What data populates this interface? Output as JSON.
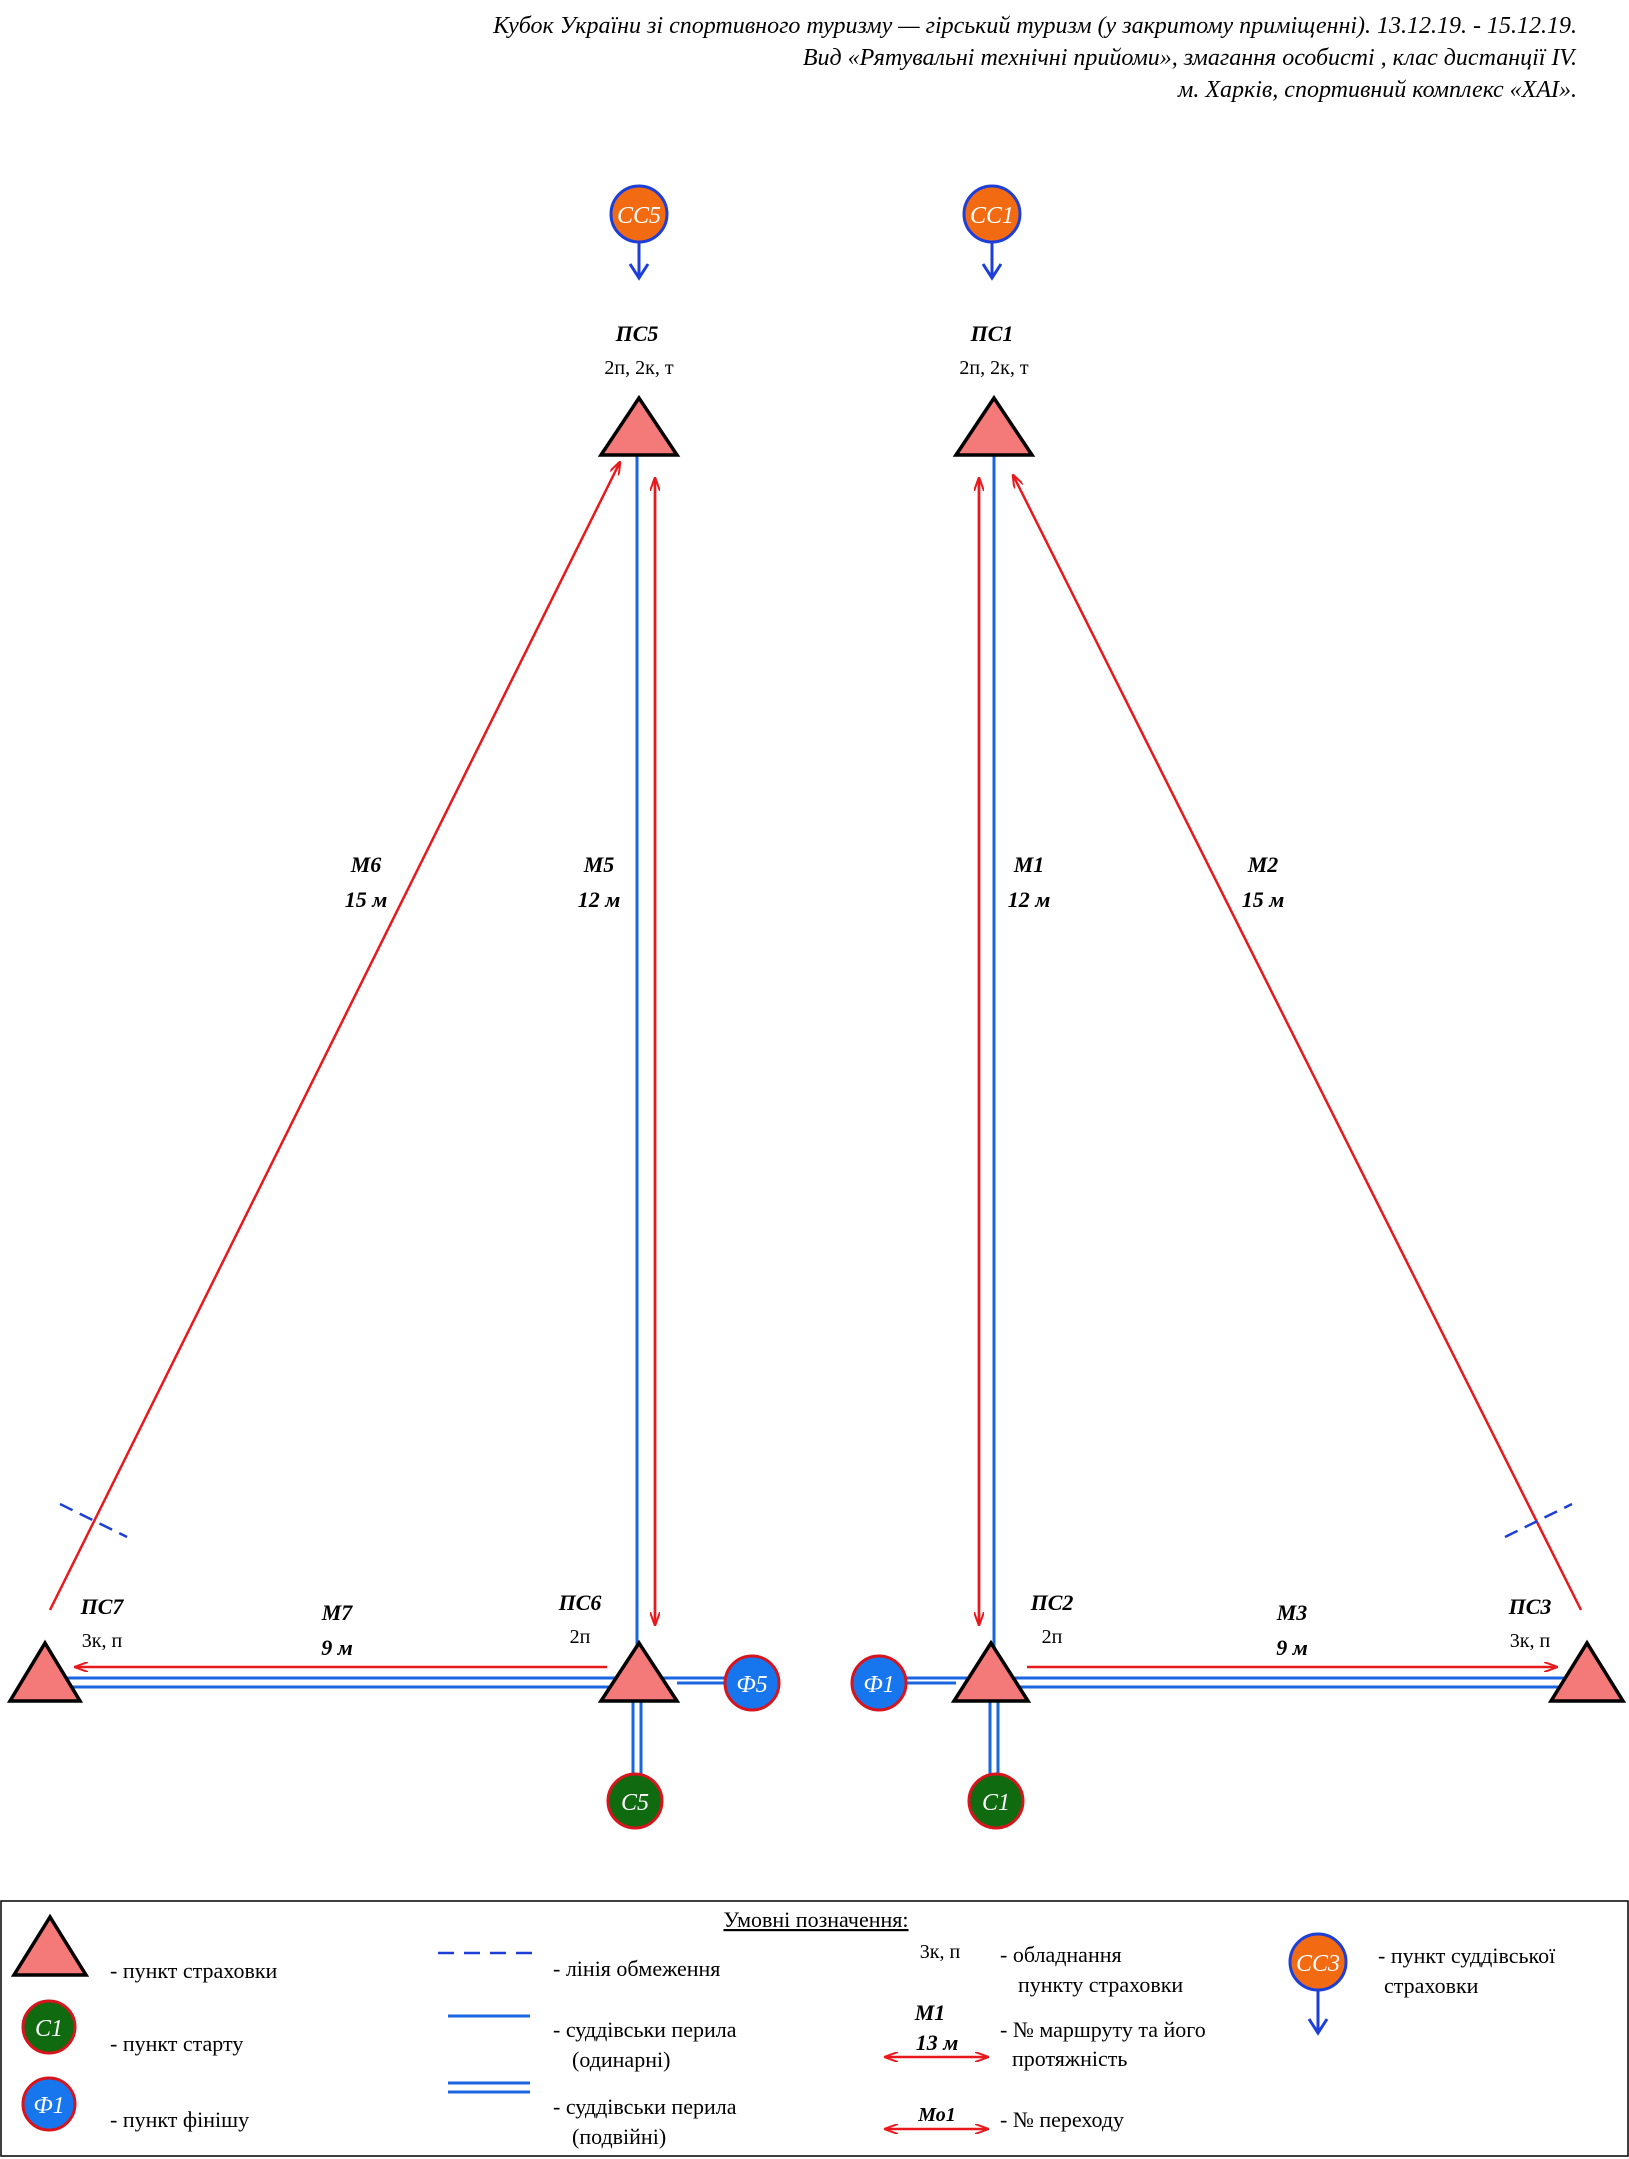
{
  "header": {
    "line1": "Кубок України зі спортивного туризму — гірський туризм (у закритому приміщенні). 13.12.19. - 15.12.19.",
    "line2": "Вид «Рятувальні технічні прийоми», змагання особисті , клас дистанції IV.",
    "line3": "м. Харків, спортивний комплекс «ХАІ»."
  },
  "judges": [
    {
      "id": "judge-cc5",
      "label": "СС5"
    },
    {
      "id": "judge-cc1",
      "label": "СС1"
    }
  ],
  "points": [
    {
      "id": "ps5",
      "name": "ПС5",
      "equip": "2п, 2к, т"
    },
    {
      "id": "ps1",
      "name": "ПС1",
      "equip": "2п, 2к, т"
    },
    {
      "id": "ps7",
      "name": "ПС7",
      "equip": "3к, п"
    },
    {
      "id": "ps6",
      "name": "ПС6",
      "equip": "2п"
    },
    {
      "id": "ps2",
      "name": "ПС2",
      "equip": "2п"
    },
    {
      "id": "ps3",
      "name": "ПС3",
      "equip": "3к, п"
    }
  ],
  "routes": [
    {
      "id": "m6",
      "name": "М6",
      "length": "15 м"
    },
    {
      "id": "m5",
      "name": "М5",
      "length": "12 м"
    },
    {
      "id": "m1",
      "name": "М1",
      "length": "12 м"
    },
    {
      "id": "m2",
      "name": "М2",
      "length": "15 м"
    },
    {
      "id": "m7",
      "name": "М7",
      "length": "9 м"
    },
    {
      "id": "m3",
      "name": "М3",
      "length": "9 м"
    }
  ],
  "starts": [
    {
      "id": "c5",
      "label": "С5"
    },
    {
      "id": "c1",
      "label": "С1"
    }
  ],
  "finishes": [
    {
      "id": "f5",
      "label": "Ф5"
    },
    {
      "id": "f1",
      "label": "Ф1"
    }
  ],
  "legend": {
    "title": "Умовні позначення:",
    "triangle": "- пункт страховки",
    "start_icon": "С1",
    "start": "- пункт старту",
    "finish_icon": "Ф1",
    "finish": "- пункт фінішу",
    "boundary": "- лінія обмеження",
    "single_1": "- суддівськи перила",
    "single_2": "(одинарні)",
    "double_1": "- суддівськи перила",
    "double_2": "(подвійні)",
    "equip_icon": "3к, п",
    "equip_1": "- обладнання",
    "equip_2": "пункту страховки",
    "route_icon_name": "М1",
    "route_icon_len": "13 м",
    "route_1": "- № маршруту та його",
    "route_2": "протяжність",
    "transfer_icon": "Мо1",
    "transfer": "- № переходу",
    "judge_icon": "СС3",
    "judge_1": "- пункт суддівської",
    "judge_2": "страховки"
  },
  "colors": {
    "triangle_fill": "#f47a7a",
    "red_line": "#e8191d",
    "blue_line": "#1a66e0",
    "start_fill": "#0f6a10",
    "finish_fill": "#1776ee",
    "judge_fill": "#f26a12",
    "judge_border": "#1d3fd8",
    "circle_border": "#d8141c"
  }
}
